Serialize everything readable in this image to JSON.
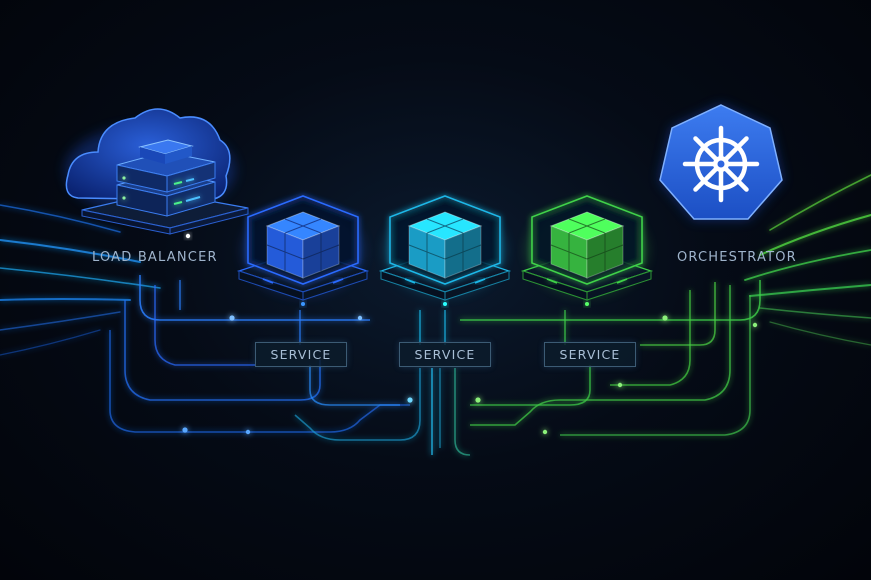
{
  "labels": {
    "load_balancer": "LOAD BALANCER",
    "orchestrator": "ORCHESTRATOR"
  },
  "services": [
    {
      "label": "SERVICE",
      "accent": "#2a6bff"
    },
    {
      "label": "SERVICE",
      "accent": "#1fb8e8"
    },
    {
      "label": "SERVICE",
      "accent": "#3fd24a"
    }
  ],
  "icons": {
    "load_balancer": "cloud-server-icon",
    "orchestrator": "ship-wheel-icon",
    "service": "cube-stack-icon"
  },
  "colors": {
    "background": "#03060d",
    "blue": "#2a6bff",
    "cyan": "#1fb8e8",
    "green": "#3fd24a",
    "orchestrator_badge": "#2f67e0"
  }
}
